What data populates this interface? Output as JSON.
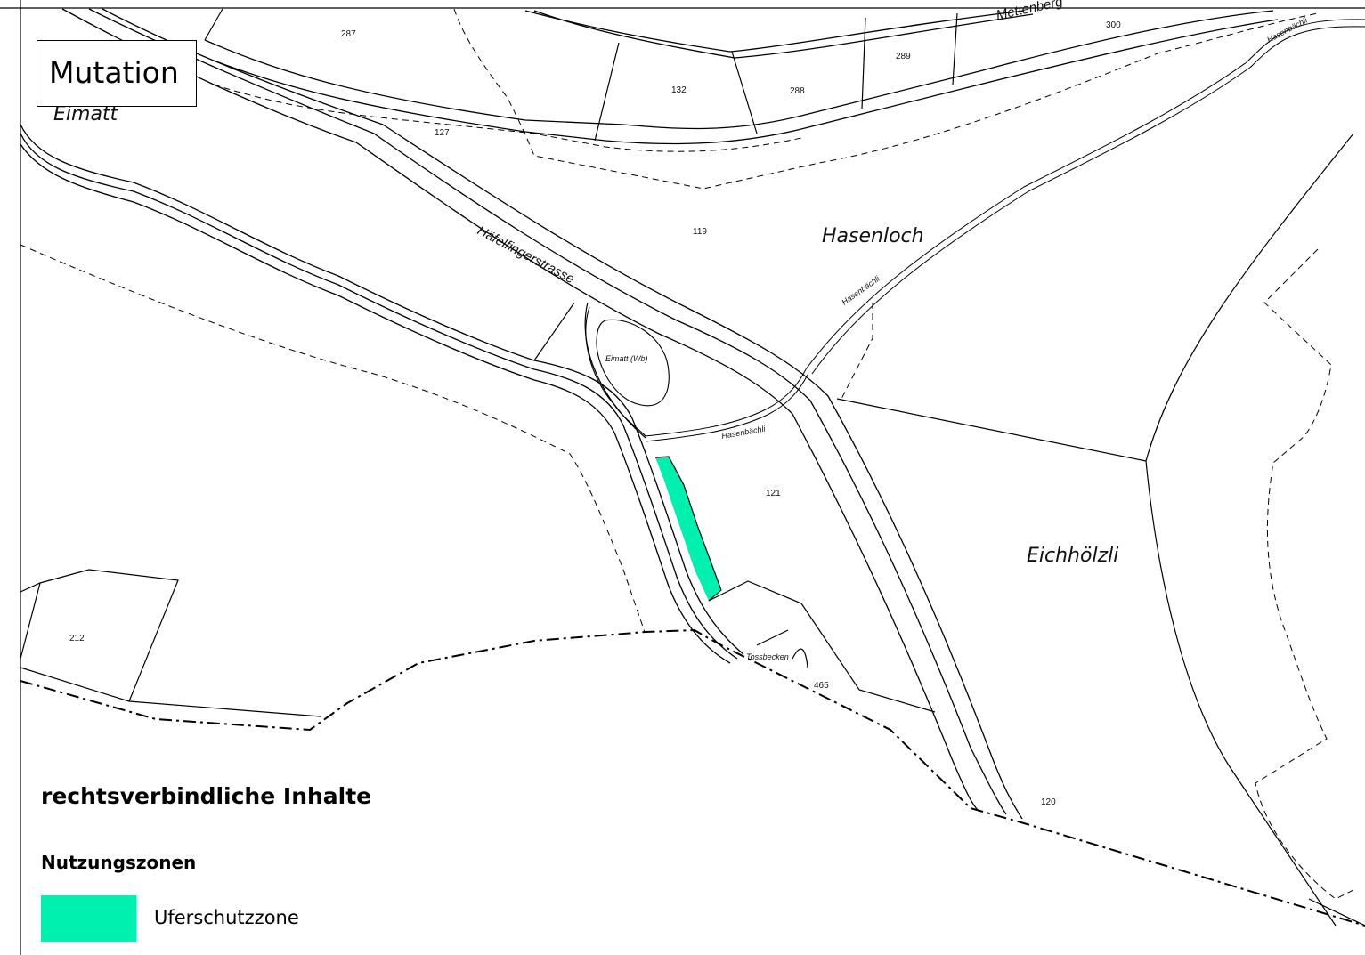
{
  "title": "Mutation",
  "parcels": {
    "p287": "287",
    "p300": "300",
    "p289": "289",
    "p132": "132",
    "p288": "288",
    "p127": "127",
    "p119": "119",
    "p121": "121",
    "p212": "212",
    "p465": "465",
    "p120": "120"
  },
  "places": {
    "eimatt": "Eimatt",
    "hasenloch": "Hasenloch",
    "eichhoelzli": "Eichhölzli"
  },
  "streets": {
    "haefelfingerstrasse": "Häfelfingerstrasse",
    "mettenberg": "Mettenberg"
  },
  "streams": {
    "hasenbaechli_top": "Hasenbächli",
    "hasenbaechli_mid": "Hasenbächli",
    "hasenbaechli_low": "Hasenbächli"
  },
  "features": {
    "eimatt_wb": "Eimatt (Wb)",
    "tossbecken": "Tossbecken"
  },
  "legend": {
    "heading": "rechtsverbindliche Inhalte",
    "subheading": "Nutzungszonen",
    "items": [
      {
        "label": "Uferschutzzone",
        "color": "#00f0b0"
      }
    ]
  },
  "colors": {
    "uferschutzzone": "#00f0b0",
    "linework": "#000000"
  }
}
